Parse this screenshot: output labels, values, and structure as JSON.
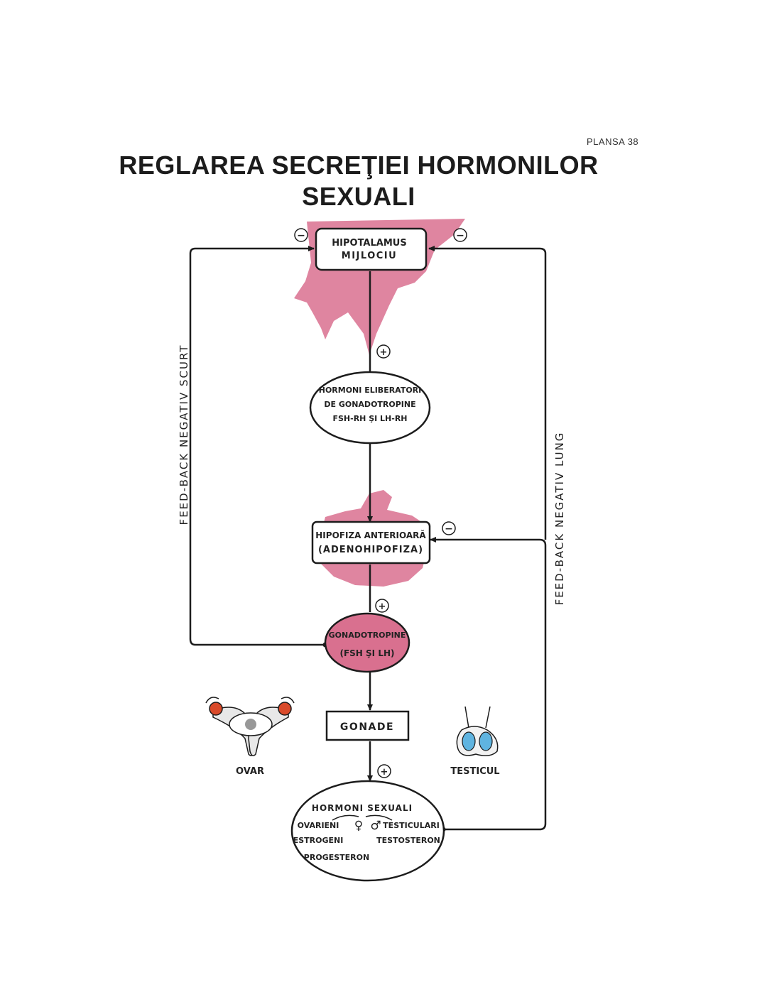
{
  "plate_label": "PLANSA 38",
  "title_line1": "REGLAREA SECREŢIEI HORMONILOR",
  "title_line2": "SEXUALI",
  "nodes": {
    "hypothalamus": [
      "HIPOTALAMUS",
      "MIJLOCIU"
    ],
    "releasing_hormones": [
      "HORMONI ELIBERATORI",
      "DE GONADOTROPINE",
      "FSH-RH ŞI LH-RH"
    ],
    "pituitary": [
      "HIPOFIZA ANTERIOARĂ",
      "(ADENOHIPOFIZA)"
    ],
    "gonadotropins": [
      "GONADOTROPINE",
      "(FSH ŞI LH)"
    ],
    "gonads": "GONADE",
    "sex_hormones": {
      "title": "HORMONI SEXUALI",
      "left_head": "OVARIENI",
      "right_head": "TESTICULARI",
      "left_items": [
        "ESTROGENI",
        "PROGESTERON"
      ],
      "right_items": [
        "TESTOSTERON"
      ],
      "female_symbol": "♀",
      "male_symbol": "♂"
    }
  },
  "feedback": {
    "short": "FEED-BACK NEGATIV SCURT",
    "long": "FEED-BACK NEGATIV LUNG"
  },
  "signs": {
    "plus": "+",
    "minus": "−"
  },
  "organs": {
    "ovary": "OVAR",
    "testicle": "TESTICUL"
  },
  "colors": {
    "tissue_pink": "#d9708f",
    "ovary_red": "#d94a2a",
    "testis_blue": "#5fb4e0",
    "line": "#1c1c1c"
  }
}
